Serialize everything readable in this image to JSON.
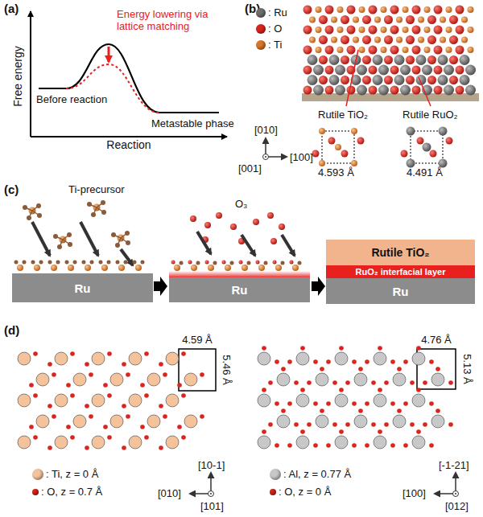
{
  "diagram": {
    "nodes": [
      {
        "text": [
          "Ru"
        ]
      },
      {
        "text": [
          "Ru"
        ]
      },
      {
        "text": [
          "Rutile TiO₂"
        ]
      },
      {
        "text": [
          "RuO₂ interfacial layer"
        ]
      },
      {
        "text": [
          "Ru"
        ]
      }
    ],
    "labels": [
      "(a)",
      "Free energy",
      "Energy lowering via lattice matching",
      "Before reaction",
      "Metastable phase",
      "Reaction",
      "(b)",
      "Rutile TiO₂",
      "Rutile RuO₂",
      "[010]",
      "[100]",
      "[001]",
      "4.593 Å",
      "4.491 Å",
      "(c)",
      "Ti-precursor",
      "O₃",
      "(d)",
      "4.59 Å",
      "5.46 Å",
      "[10-1]",
      "[010]",
      "[101]",
      "4.76 Å",
      "5.13 Å",
      "[-1-21]",
      "[100]",
      "[012]"
    ],
    "legend": [
      {
        "text": ": Ru",
        "color": "#6e6e6e"
      },
      {
        "text": ": O",
        "color": "#d9251d"
      },
      {
        "text": ": Ti",
        "color": "#d9762a"
      },
      {
        "text": ": Ti, z = 0 Å",
        "color": "#f5c39b"
      },
      {
        "text": ": O, z = 0.7 Å",
        "color": "#d9251d"
      },
      {
        "text": ": Al, z = 0.77 Å",
        "color": "#c8c8c8"
      },
      {
        "text": ": O, z = 0 Å",
        "color": "#d9251d"
      }
    ]
  }
}
